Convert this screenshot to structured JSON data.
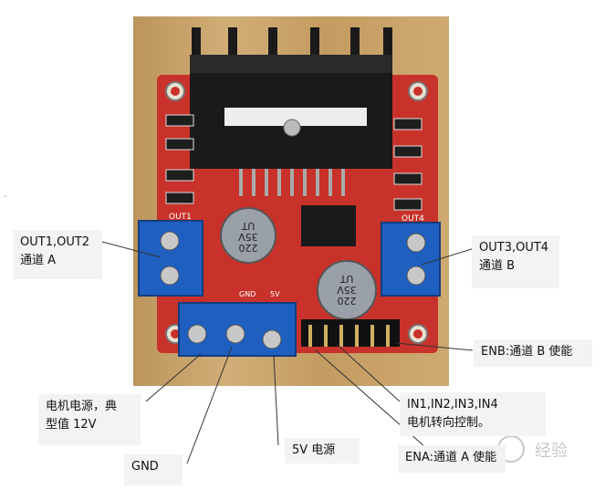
{
  "labels": {
    "out12": "OUT1,OUT2\n通道 A",
    "out34": "OUT3,OUT4\n通道 B",
    "enb": "ENB:通道 B 使能",
    "power": "电机电源，典\n型值 12V",
    "in": "IN1,IN2,IN3,IN4\n电机转向控制。",
    "v5": "5V 电源",
    "gnd": "GND",
    "ena": "ENA:通道 A 使能"
  },
  "board": {
    "pcb_silk_out1": "OUT1",
    "pcb_silk_out4": "OUT4",
    "cap_left": "220\n35V\nUT",
    "cap_right": "220\n35V\nUT",
    "pcb_silk_gnd": "GND",
    "pcb_silk_5v": "5V"
  },
  "watermark": "经验",
  "colors": {
    "pcb": "#c8322a",
    "terminal": "#1e5fc0",
    "heatsink": "#1a1a1a",
    "wood": "#c9a46a",
    "callout_bg": "#f3f3f3"
  }
}
